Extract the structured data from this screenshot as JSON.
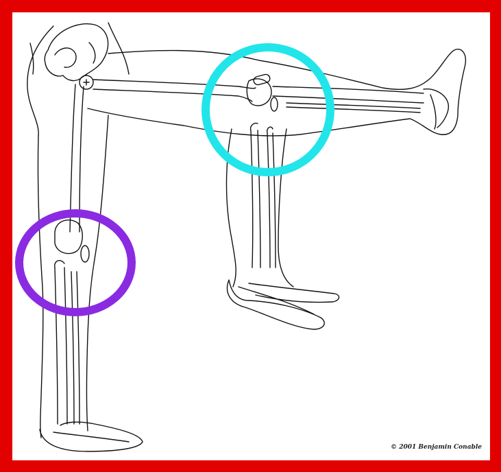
{
  "figure": {
    "copyright": "© 2001 Benjamin Conable",
    "colors": {
      "frame": "#e30000",
      "background": "#ffffff",
      "ink": "#111111",
      "highlight_raised_knee": "#22e5ea",
      "highlight_standing_knee": "#8a2be2"
    },
    "highlights": [
      {
        "name": "raised-knee-highlight",
        "color": "#22e5ea"
      },
      {
        "name": "standing-knee-highlight",
        "color": "#8a2be2"
      }
    ]
  }
}
